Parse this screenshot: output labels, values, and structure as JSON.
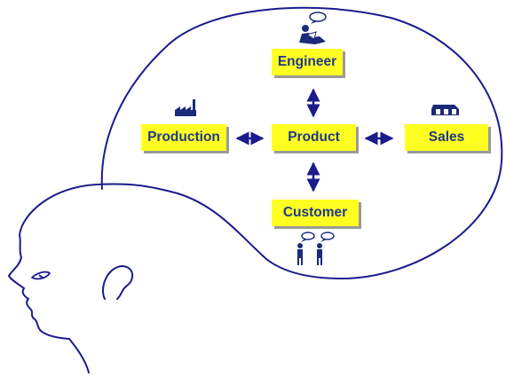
{
  "nodes": {
    "engineer": {
      "label": "Engineer",
      "icon": "engineer-icon"
    },
    "production": {
      "label": "Production",
      "icon": "factory-icon"
    },
    "product": {
      "label": "Product"
    },
    "sales": {
      "label": "Sales",
      "icon": "store-icon"
    },
    "customer": {
      "label": "Customer",
      "icon": "customers-icon"
    }
  },
  "edges": [
    {
      "from": "product",
      "to": "engineer",
      "style": "double-arrow"
    },
    {
      "from": "product",
      "to": "production",
      "style": "double-arrow"
    },
    {
      "from": "product",
      "to": "sales",
      "style": "double-arrow"
    },
    {
      "from": "product",
      "to": "customer",
      "style": "double-arrow"
    }
  ],
  "colors": {
    "node_fill": "#ffff22",
    "node_text": "#1f3a88",
    "line": "#1b1b8c",
    "icon": "#1b2a7a",
    "shadow": "#9a9a9a"
  }
}
